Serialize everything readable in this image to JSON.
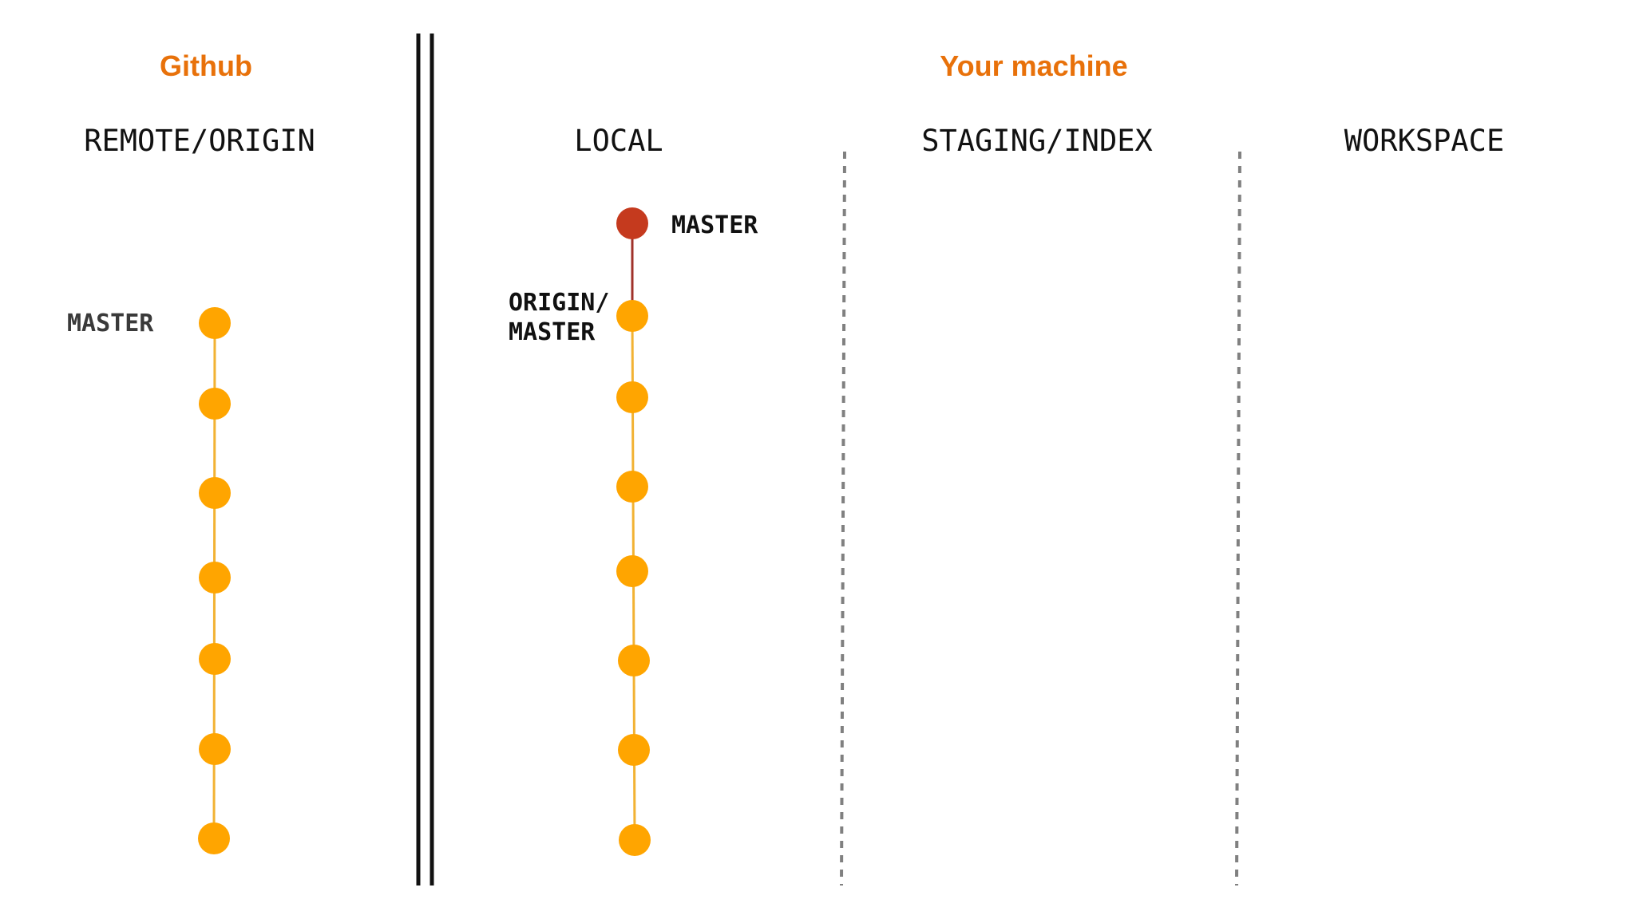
{
  "titles": {
    "github": "Github",
    "machine": "Your machine"
  },
  "areas": {
    "remote": "REMOTE/ORIGIN",
    "local": "LOCAL",
    "staging": "STAGING/INDEX",
    "workspace": "WORKSPACE"
  },
  "remote": {
    "branch_label": "MASTER",
    "commit_count": 7
  },
  "local": {
    "master_label": "MASTER",
    "origin_label_line1": "ORIGIN/",
    "origin_label_line2": "MASTER",
    "commit_count": 7,
    "new_commit_count": 1
  },
  "colors": {
    "accent_orange": "#E8710A",
    "commit": "#FFA500",
    "commit_line": "#F2B233",
    "new_commit": "#C53A1E",
    "new_commit_line": "#A0322A",
    "remote_label": "#3A3A3A",
    "local_label": "#111111",
    "divider": "#111111",
    "dashed_divider": "#808080"
  }
}
